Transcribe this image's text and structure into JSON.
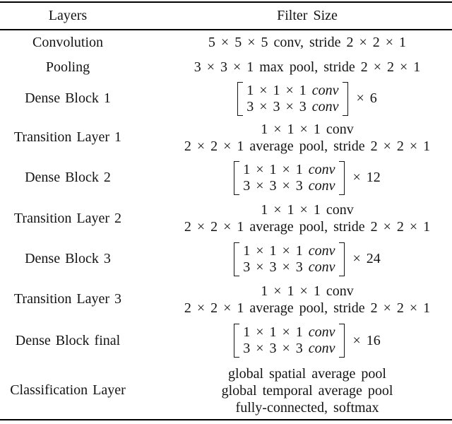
{
  "table": {
    "title_semantic": "CNN architecture table",
    "text_color": "#141414",
    "rule_color": "#000000",
    "header": {
      "layers": "Layers",
      "filter_size": "Filter Size"
    },
    "rows": [
      {
        "label": "Convolution",
        "lines": [
          "5 × 5 × 5 conv, stride 2 × 2 × 1"
        ]
      },
      {
        "label": "Pooling",
        "lines": [
          "3 × 3 × 1 max pool, stride 2 × 2 × 1"
        ]
      },
      {
        "label": "Dense Block 1",
        "matrix": {
          "row1": "1 × 1 × 1",
          "row2": "3 × 3 × 3",
          "op": "conv",
          "multiplier": "× 6"
        }
      },
      {
        "label": "Transition Layer 1",
        "lines": [
          "1 × 1 × 1 conv",
          "2 × 2 × 1 average pool, stride 2 × 2 × 1"
        ]
      },
      {
        "label": "Dense Block 2",
        "matrix": {
          "row1": "1 × 1 × 1",
          "row2": "3 × 3 × 3",
          "op": "conv",
          "multiplier": "× 12"
        }
      },
      {
        "label": "Transition Layer 2",
        "lines": [
          "1 × 1 × 1 conv",
          "2 × 2 × 1 average pool, stride 2 × 2 × 1"
        ]
      },
      {
        "label": "Dense Block 3",
        "matrix": {
          "row1": "1 × 1 × 1",
          "row2": "3 × 3 × 3",
          "op": "conv",
          "multiplier": "× 24"
        }
      },
      {
        "label": "Transition Layer 3",
        "lines": [
          "1 × 1 × 1 conv",
          "2 × 2 × 1 average pool, stride 2 × 2 × 1"
        ]
      },
      {
        "label": "Dense Block final",
        "matrix": {
          "row1": "1 × 1 × 1",
          "row2": "3 × 3 × 3",
          "op": "conv",
          "multiplier": "× 16"
        }
      },
      {
        "label": "Classification Layer",
        "lines": [
          "global spatial average pool",
          "global temporal average pool",
          "fully-connected, softmax"
        ]
      }
    ]
  }
}
